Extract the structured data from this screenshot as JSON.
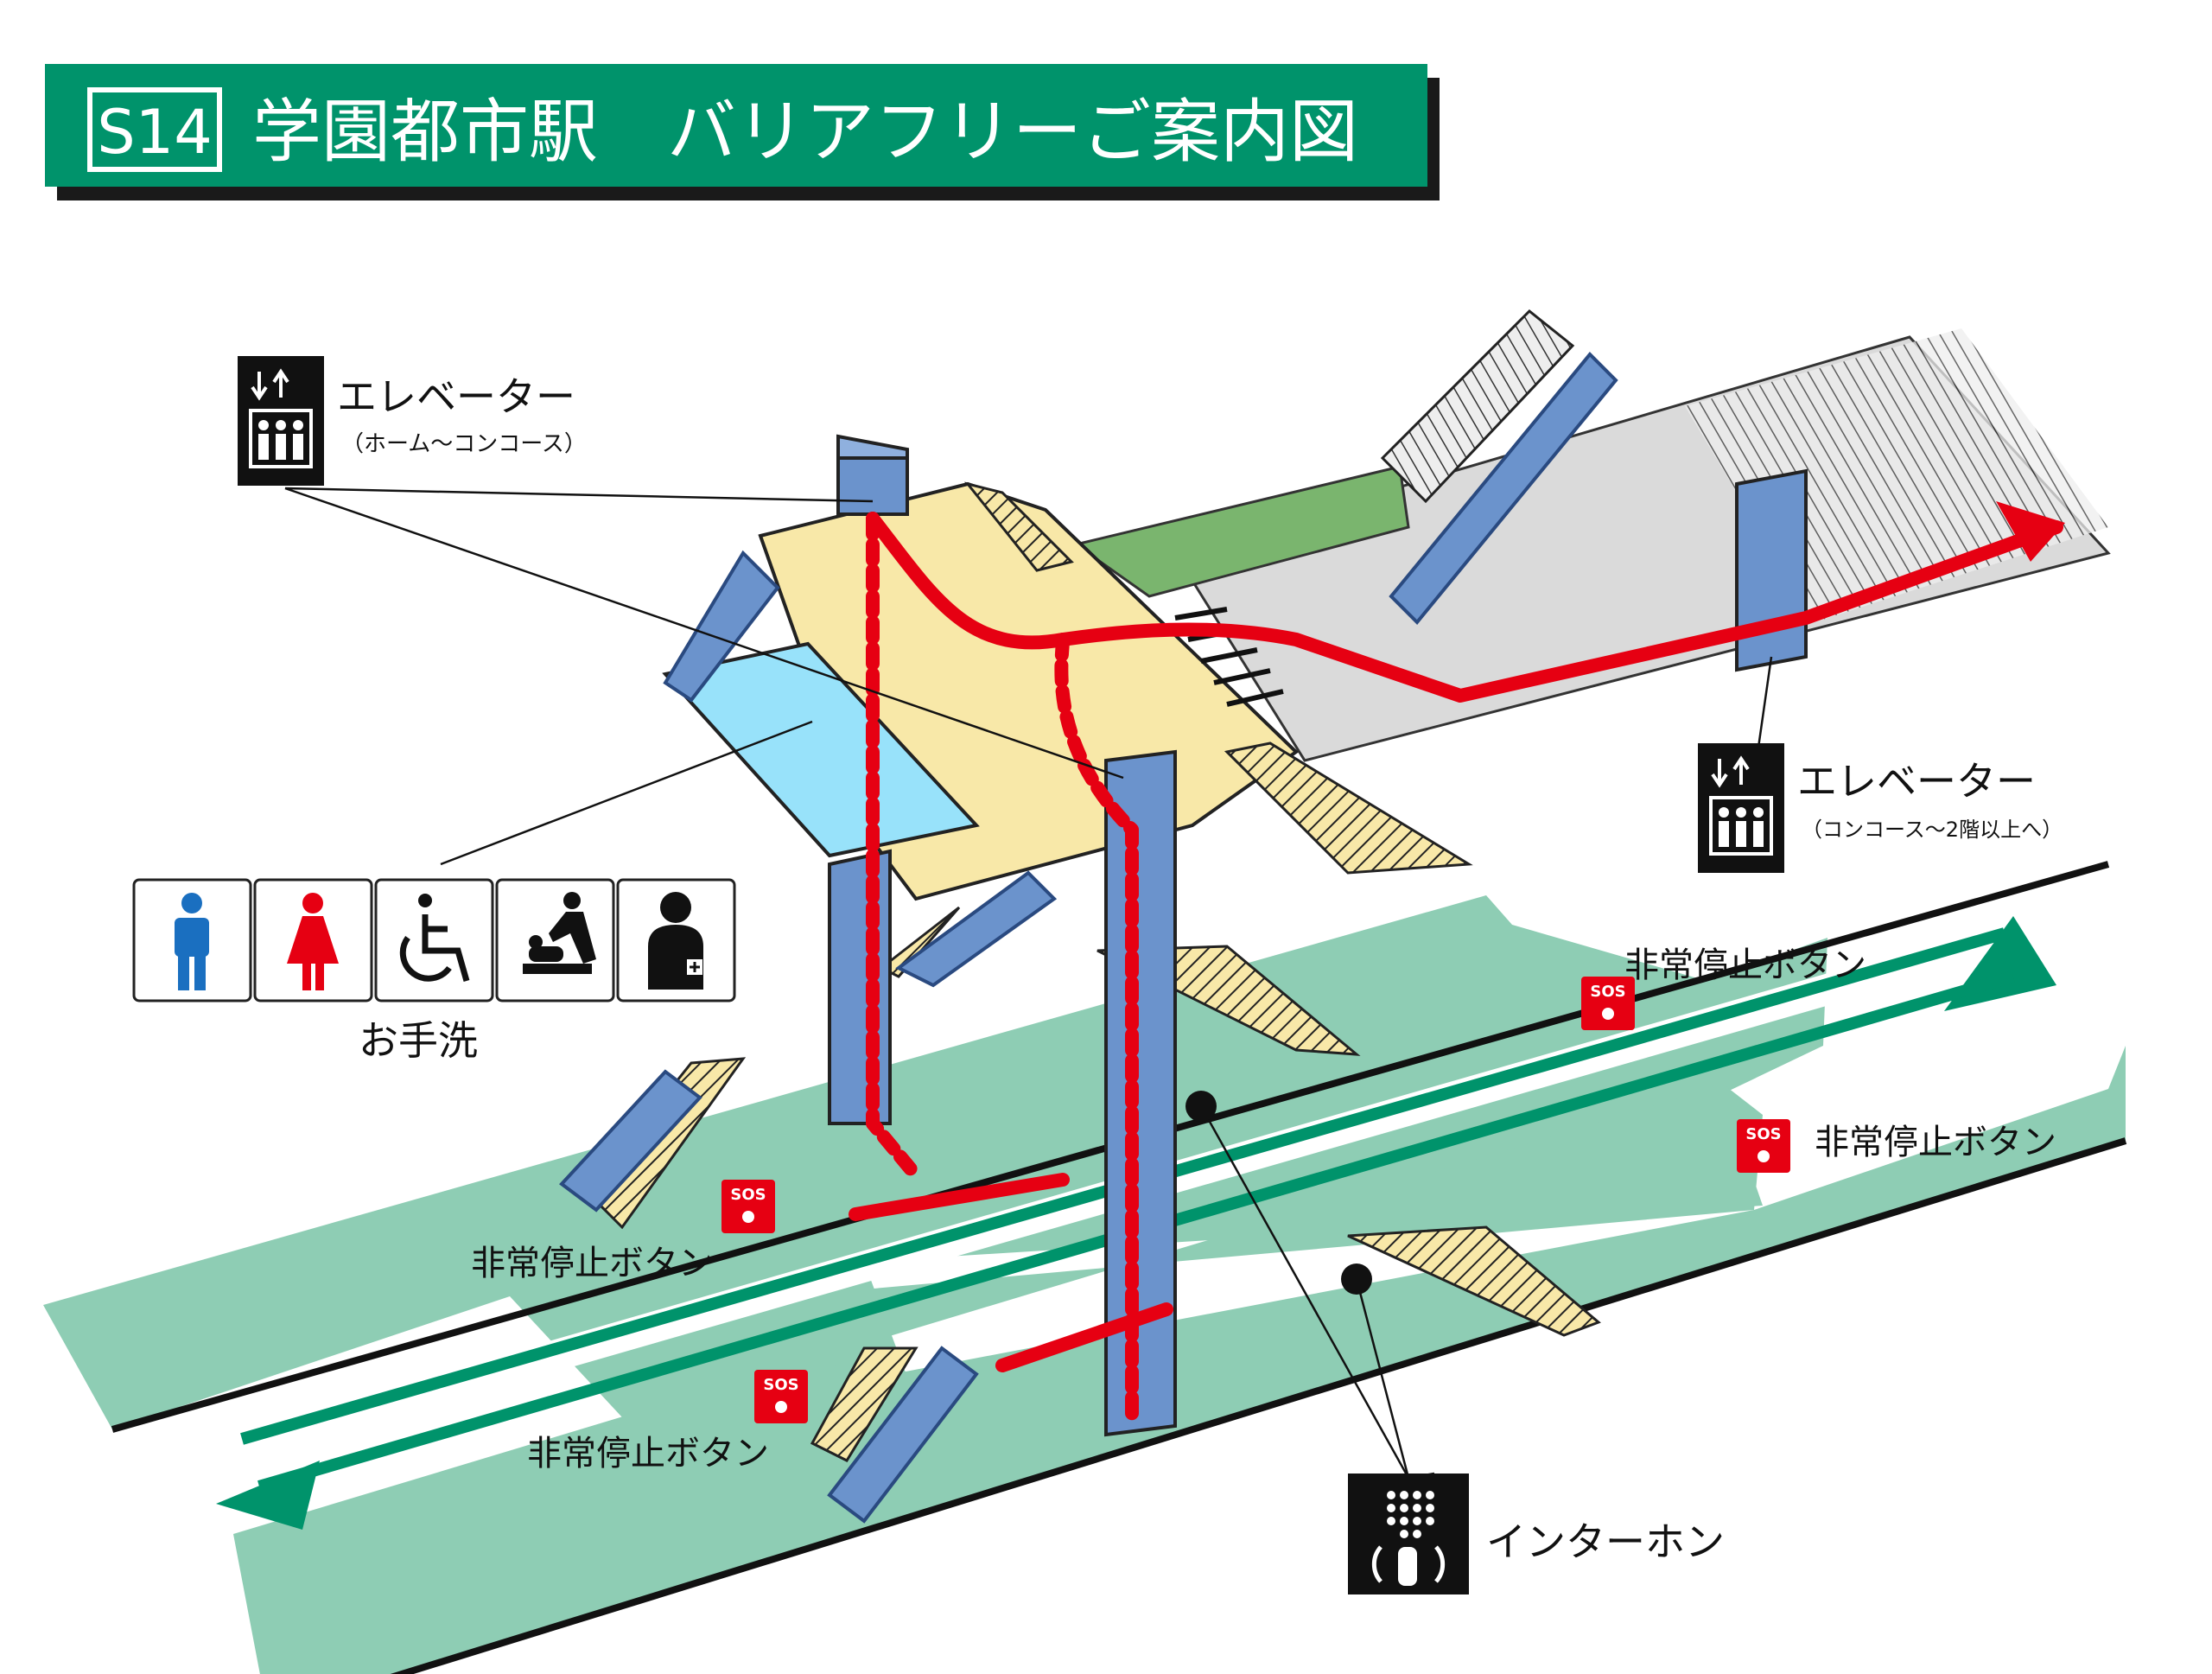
{
  "header": {
    "station_code": "S14",
    "title": "学園都市駅　バリアフリーご案内図"
  },
  "labels": {
    "elevator_platform": "エレベーター",
    "elevator_platform_sub": "（ホーム～コンコース）",
    "elevator_concourse": "エレベーター",
    "elevator_concourse_sub": "（コンコース～2階以上へ）",
    "toilet": "お手洗",
    "emergency_1": "非常停止ボタン",
    "emergency_2": "非常停止ボタン",
    "emergency_3": "非常停止ボタン",
    "emergency_4": "非常停止ボタン",
    "intercom": "インターホン",
    "sos": "SOS"
  },
  "colors": {
    "header_green": "#00936b",
    "platform_green": "#8ecdb4",
    "track_green": "#00936b",
    "concourse_yellow": "#f8e8a8",
    "concourse_gray": "#dadada",
    "toilet_blue": "#98e2fa",
    "elevator_blue": "#6b93cc",
    "route_red": "#e60012",
    "sos_red": "#e60012",
    "male_blue": "#1a6fc0",
    "female_red": "#e60012"
  },
  "icons": [
    "elevator-icon",
    "male-toilet-icon",
    "female-toilet-icon",
    "wheelchair-icon",
    "baby-changing-icon",
    "ostomate-icon",
    "sos-button-icon",
    "intercom-icon"
  ]
}
